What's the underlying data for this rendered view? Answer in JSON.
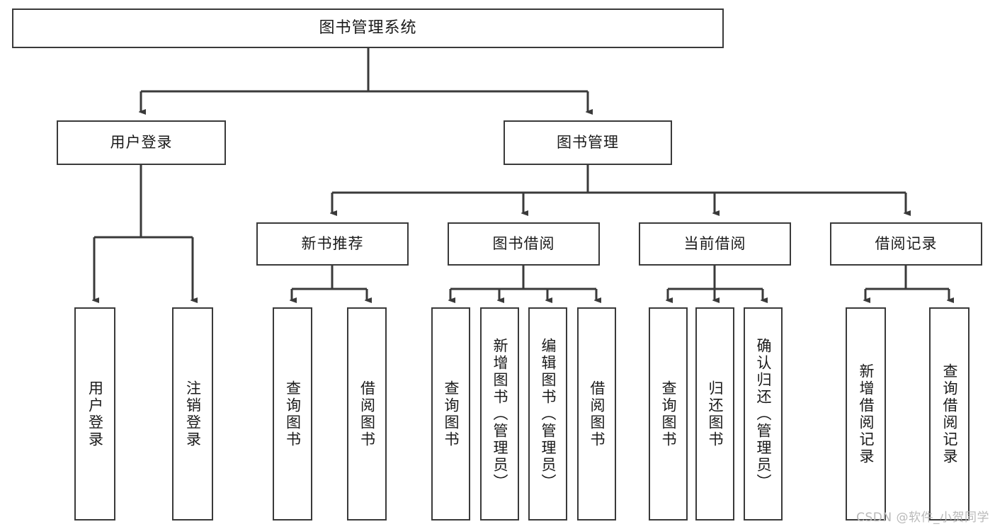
{
  "diagram": {
    "type": "tree",
    "title": "图书管理系统",
    "background": "#ffffff",
    "stroke_color": "#3a3a3a",
    "text_color": "#1a1a1a",
    "root": {
      "label": "图书管理系统"
    },
    "level1": [
      {
        "label": "用户登录"
      },
      {
        "label": "图书管理"
      }
    ],
    "level2": [
      {
        "label": "新书推荐"
      },
      {
        "label": "图书借阅"
      },
      {
        "label": "当前借阅"
      },
      {
        "label": "借阅记录"
      }
    ],
    "leaves": {
      "user_login": [
        {
          "label": "用户登录"
        },
        {
          "label": "注销登录"
        }
      ],
      "new_book": [
        {
          "label": "查询图书"
        },
        {
          "label": "借阅图书"
        }
      ],
      "borrow": [
        {
          "label": "查询图书"
        },
        {
          "label": "新增图书（管理员）"
        },
        {
          "label": "编辑图书（管理员）"
        },
        {
          "label": "借阅图书"
        }
      ],
      "current": [
        {
          "label": "查询图书"
        },
        {
          "label": "归还图书"
        },
        {
          "label": "确认归还（管理员）"
        }
      ],
      "records": [
        {
          "label": "新增借阅记录"
        },
        {
          "label": "查询借阅记录"
        }
      ]
    }
  },
  "watermark": {
    "text": "CSDN @软件_小贺同学"
  }
}
